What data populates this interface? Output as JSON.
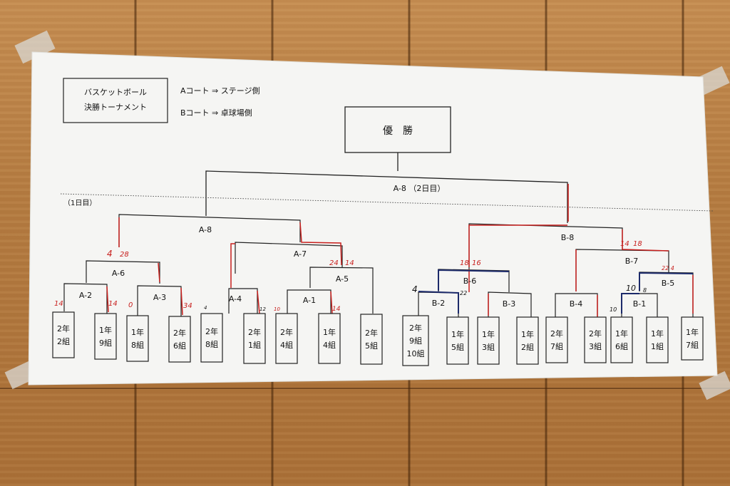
{
  "legend": {
    "title_line1": "バスケットボール",
    "title_line2": "決勝トーナメント",
    "court_a": "Aコート ⇒ ステージ側",
    "court_b": "Bコート ⇒ 卓球場側"
  },
  "champion_label": "優　勝",
  "final_label": "A-8 （2日目）",
  "day1_label": "（1日目）",
  "matches": {
    "a8": "A-8",
    "a7": "A-7",
    "a6": "A-6",
    "a5": "A-5",
    "a4": "A-4",
    "a3": "A-3",
    "a2": "A-2",
    "a1": "A-1",
    "b8": "B-8",
    "b7": "B-7",
    "b6": "B-6",
    "b5": "B-5",
    "b4": "B-4",
    "b3": "B-3",
    "b2": "B-2",
    "b1": "B-1"
  },
  "teams": [
    {
      "id": "t1",
      "line1": "2年",
      "line2": "2組"
    },
    {
      "id": "t2",
      "line1": "1年",
      "line2": "9組"
    },
    {
      "id": "t3",
      "line1": "1年",
      "line2": "8組"
    },
    {
      "id": "t4",
      "line1": "2年",
      "line2": "6組"
    },
    {
      "id": "t5",
      "line1": "2年",
      "line2": "8組"
    },
    {
      "id": "t6",
      "line1": "2年",
      "line2": "1組"
    },
    {
      "id": "t7",
      "line1": "2年",
      "line2": "4組"
    },
    {
      "id": "t8",
      "line1": "1年",
      "line2": "4組"
    },
    {
      "id": "t9",
      "line1": "2年",
      "line2": "5組"
    },
    {
      "id": "t10",
      "line1": "2年",
      "line2": "9組",
      "line3": "10組"
    },
    {
      "id": "t11",
      "line1": "1年",
      "line2": "5組"
    },
    {
      "id": "t12",
      "line1": "1年",
      "line2": "3組"
    },
    {
      "id": "t13",
      "line1": "1年",
      "line2": "2組"
    },
    {
      "id": "t14",
      "line1": "2年",
      "line2": "7組"
    },
    {
      "id": "t15",
      "line1": "2年",
      "line2": "3組"
    },
    {
      "id": "t16",
      "line1": "1年",
      "line2": "6組"
    },
    {
      "id": "t17",
      "line1": "1年",
      "line2": "1組"
    },
    {
      "id": "t18",
      "line1": "1年",
      "line2": "7組"
    }
  ],
  "scores": {
    "s_a2_l": "14",
    "s_a2_r": "14",
    "s_a3_l": "0",
    "s_a3_r": "34",
    "s_a6_l": "4",
    "s_a6_r": "28",
    "s_a4_l": "4",
    "s_a4_r": "12",
    "s_a1_l": "10",
    "s_a1_r": "14",
    "s_a5_l": "24",
    "s_a5_r": "14",
    "s_b2_l": "4",
    "s_b2_r": "22",
    "s_b6_l": "18",
    "s_b6_r": "16",
    "s_b1_l": "10",
    "s_b1_r": "8",
    "s_b1_tl": "10",
    "s_b5_r": "22 4",
    "s_b7_l": "14",
    "s_b7_r": "18"
  },
  "colors": {
    "ink": "#1a1a1a",
    "red": "#c8201e",
    "navy": "#1c2a6a",
    "paper": "#f4f4f2"
  }
}
